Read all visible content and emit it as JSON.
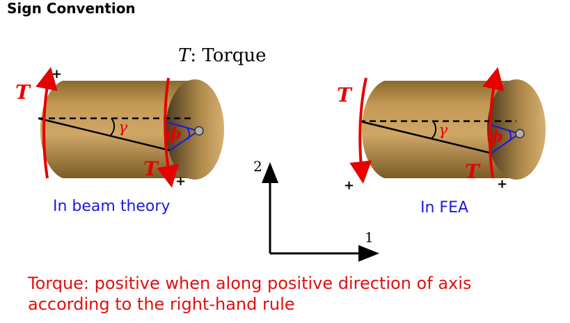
{
  "title": "Sign Convention",
  "legend": {
    "symbol": "T",
    "label": ": Torque"
  },
  "left_figure": {
    "caption": "In beam theory",
    "torque_label": "T",
    "plus_sign": "+",
    "shear_angle": "γ",
    "twist_angle": "ϕ"
  },
  "right_figure": {
    "caption": "In FEA",
    "torque_label": "T",
    "plus_sign": "+",
    "shear_angle": "γ",
    "twist_angle": "ϕ"
  },
  "axes": {
    "x_label": "1",
    "y_label": "2"
  },
  "rule": {
    "line1": "Torque: positive when along positive direction of axis",
    "line2": "according to the right-hand rule"
  },
  "colors": {
    "torque": "#e60000",
    "angle": "#1a1adc",
    "cylinder": "#c49a55",
    "caption": "#1a1adc"
  }
}
